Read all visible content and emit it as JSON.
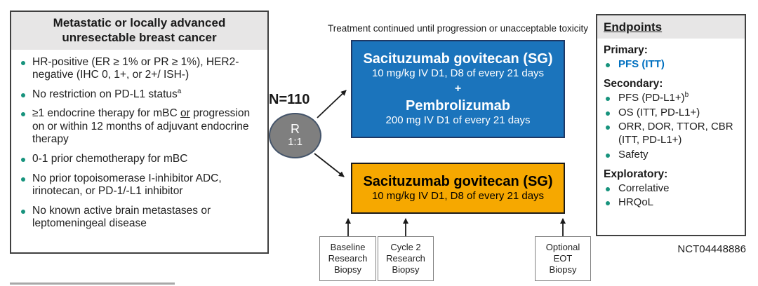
{
  "eligibility": {
    "title": "Metastatic or locally advanced unresectable breast cancer",
    "bullets": [
      {
        "text": "HR-positive (ER ≥ 1% or PR ≥ 1%), HER2-negative (IHC 0, 1+, or 2+/ ISH-)"
      },
      {
        "text": "No restriction on PD-L1 status",
        "sup": "a"
      },
      {
        "pre": "≥1 endocrine therapy for mBC ",
        "underline": "or",
        "post": " progression on or within 12 months of adjuvant endocrine therapy"
      },
      {
        "text": "0-1 prior chemotherapy for mBC"
      },
      {
        "text": "No prior topoisomerase I-inhibitor ADC, irinotecan, or PD-1/-L1 inhibitor"
      },
      {
        "text": "No known active brain metastases or leptomeningeal disease"
      }
    ]
  },
  "treatment_note": "Treatment continued until progression or unacceptable toxicity",
  "randomization": {
    "n_label": "N=110",
    "r_label": "R",
    "ratio_label": "1:1"
  },
  "arm_a": {
    "drug1": "Sacituzumab govitecan (SG)",
    "dose1": "10 mg/kg IV D1, D8 of every 21 days",
    "plus": "+",
    "drug2": "Pembrolizumab",
    "dose2": "200 mg IV D1 of every 21 days"
  },
  "arm_b": {
    "drug1": "Sacituzumab govitecan (SG)",
    "dose1": "10 mg/kg IV D1, D8 of every 21 days"
  },
  "biopsies": [
    {
      "label": "Baseline Research Biopsy"
    },
    {
      "label": "Cycle 2 Research Biopsy"
    },
    {
      "label": "Optional EOT Biopsy"
    }
  ],
  "endpoints": {
    "title": "Endpoints",
    "primary_label": "Primary:",
    "primary": [
      {
        "text": "PFS (ITT)"
      }
    ],
    "secondary_label": "Secondary:",
    "secondary": [
      {
        "text": "PFS (PD-L1+)",
        "sup": "b"
      },
      {
        "text": "OS (ITT, PD-L1+)"
      },
      {
        "text": "ORR, DOR, TTOR, CBR (ITT, PD-L1+)"
      },
      {
        "text": "Safety"
      }
    ],
    "exploratory_label": "Exploratory:",
    "exploratory": [
      {
        "text": "Correlative"
      },
      {
        "text": "HRQoL"
      }
    ]
  },
  "nct_number": "NCT04448886",
  "colors": {
    "arm_a_fill": "#1b74bc",
    "arm_a_border": "#1f3864",
    "arm_b_fill": "#f6a800",
    "bullet_teal": "#17937d",
    "primary_endpoint_blue": "#0070c0",
    "header_band_gray": "#e7e6e6",
    "randomization_circle_gray": "#7f7f7f"
  }
}
